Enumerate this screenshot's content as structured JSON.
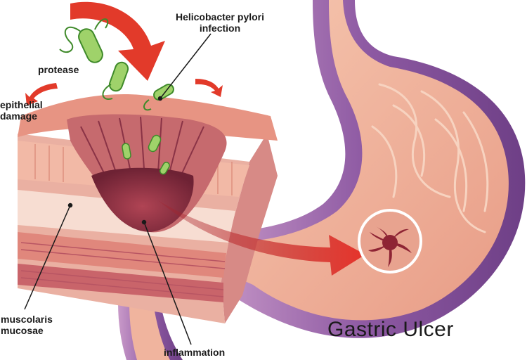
{
  "title": "Gastric Ulcer",
  "labels": {
    "hp_line1": "Helicobacter pylori",
    "hp_line2": "infection",
    "protease": "protease",
    "epithelial_line1": "epithelial",
    "epithelial_line2": "damage",
    "muscularis_line1": "muscolaris",
    "muscularis_line2": "mucosae",
    "inflammation": "inflammation"
  },
  "colors": {
    "stomach_outer": "#8b5a9e",
    "stomach_lining": "#f2b49c",
    "tissue_pink": "#e59a8e",
    "ulcer_crater": "#9c3a4a",
    "arrow_red": "#e23a2a",
    "bacteria_green": "#7fc34a"
  }
}
